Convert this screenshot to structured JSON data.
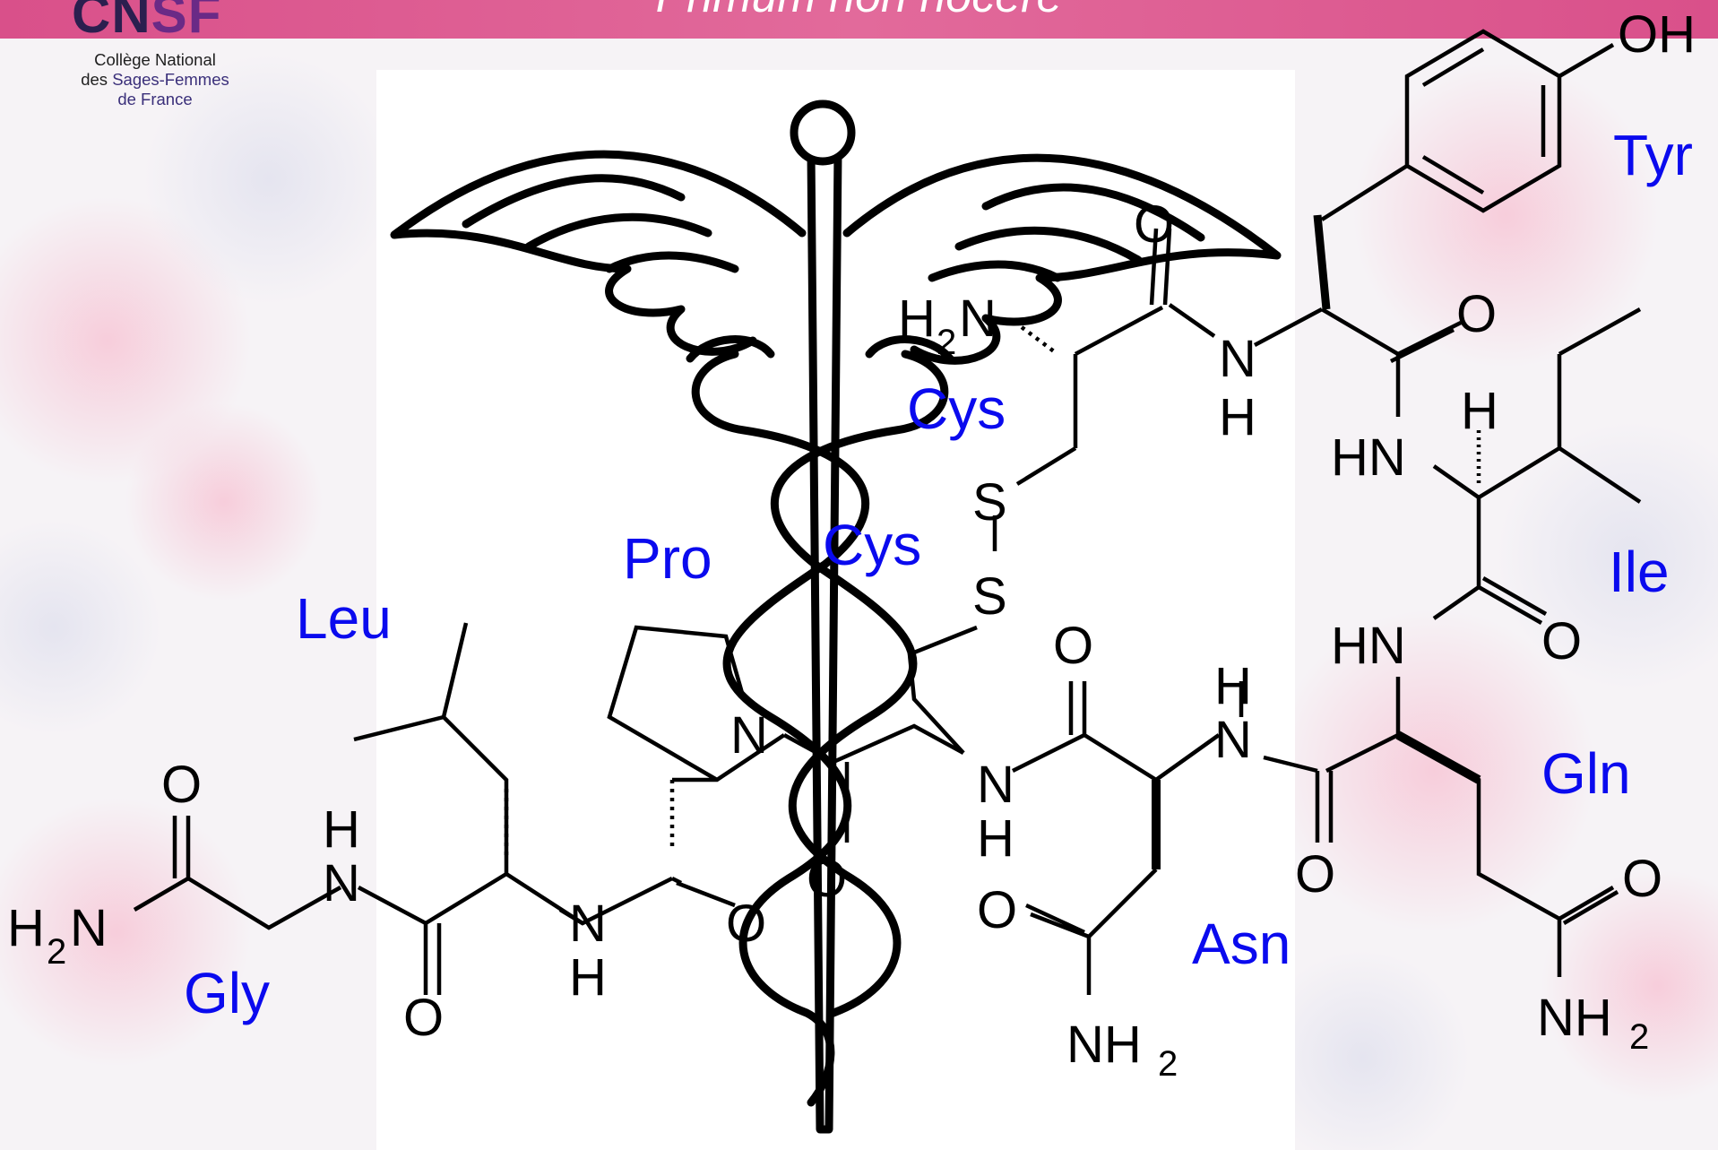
{
  "header": {
    "tagline": "Primum non nocere",
    "logo_mark_a": "CN",
    "logo_mark_b": "SF",
    "logo_line1": "Collège National",
    "logo_line2a": "des ",
    "logo_line2b": "Sages-Femmes",
    "logo_line3": "de France"
  },
  "molecule": {
    "residues": {
      "tyr": "Tyr",
      "ile": "Ile",
      "gln": "Gln",
      "asn": "Asn",
      "cys_top": "Cys",
      "cys_mid": "Cys",
      "pro": "Pro",
      "leu": "Leu",
      "gly": "Gly"
    },
    "atoms": {
      "oh": "OH",
      "o": "O",
      "n": "N",
      "h": "H",
      "hn": "HN",
      "s": "S",
      "h2": "H",
      "sub2": "2",
      "nh": "NH",
      "n_h2n": "N"
    }
  },
  "colors": {
    "banner": "#d9508a",
    "residue_label": "#0a0aee",
    "logo_dark": "#2b1f4f",
    "logo_purple": "#6a2a86"
  }
}
